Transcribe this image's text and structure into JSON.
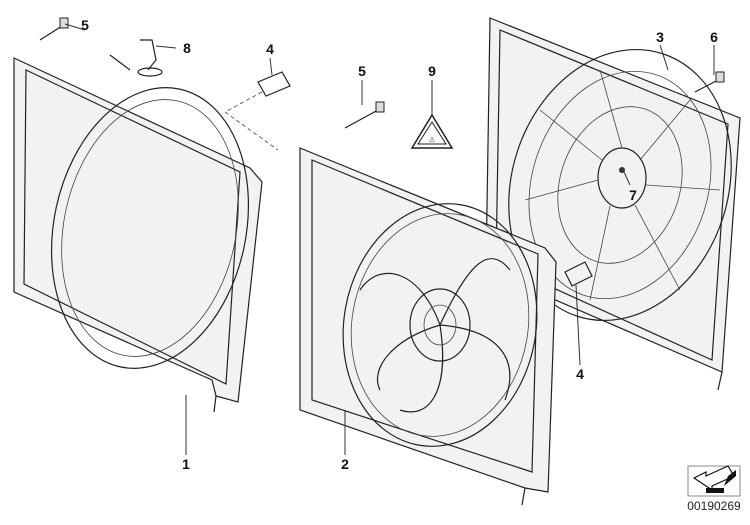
{
  "labels": {
    "screw_left": "5",
    "clip": "8",
    "rivet_top": "4",
    "screw_mid": "5",
    "warning_sticker": "9",
    "fan_grill_shroud": "3",
    "screw_right": "6",
    "hub_screw": "7",
    "rivet_bottom": "4",
    "shroud": "1",
    "fan_assembly": "2"
  },
  "diagram_code": "00190269"
}
